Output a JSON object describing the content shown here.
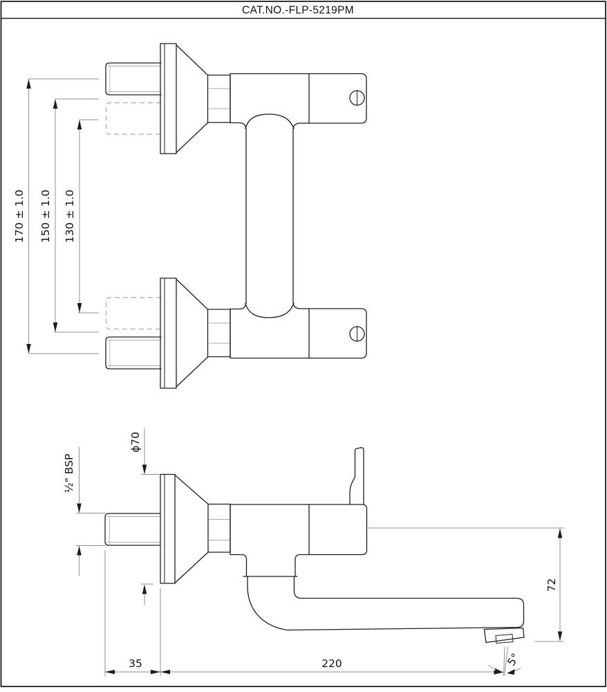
{
  "title": "CAT.NO.-FLP-5219PM",
  "drawing_type": "faucet technical dimension drawing",
  "views": {
    "front": {
      "label": "wall-mounted mixer front view",
      "dims": {
        "d170": "170 ± 1.0",
        "d150": "150 ± 1.0",
        "d130": "130 ± 1.0"
      }
    },
    "side": {
      "label": "mixer side profile view with spout",
      "dims": {
        "dia70": "ϕ70",
        "bsp": "½\" BSP",
        "d72": "72",
        "d35": "35",
        "d220": "220",
        "a5": "5°"
      }
    }
  },
  "colors": {
    "outline": "#1d1d1d",
    "dimension_line": "#8f8f8f",
    "thread_line": "#a9a9a9",
    "hidden_line": "#b5b5b5",
    "text": "#111111",
    "background": "#ffffff"
  }
}
